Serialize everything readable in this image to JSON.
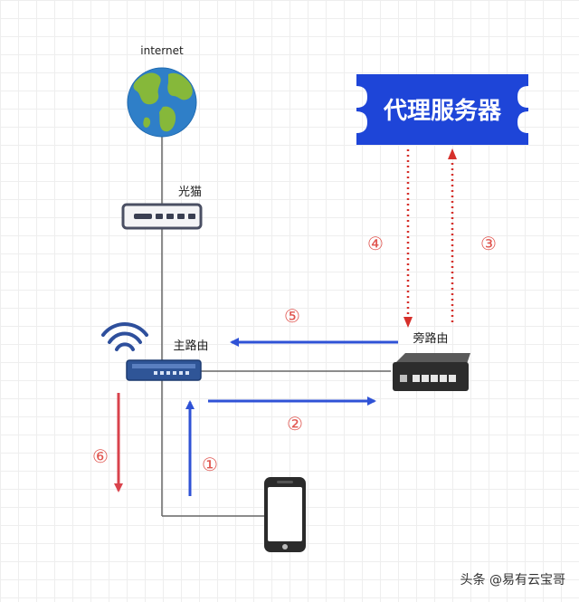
{
  "labels": {
    "internet": "internet",
    "modem": "光猫",
    "main_router": "主路由",
    "side_router": "旁路由",
    "proxy_server": "代理服务器"
  },
  "steps": {
    "s1": "①",
    "s2": "②",
    "s3": "③",
    "s4": "④",
    "s5": "⑤",
    "s6": "⑥"
  },
  "watermark": "头条 @易有云宝哥",
  "colors": {
    "blue_arrow": "#2f52d6",
    "red_arrow": "#d9434c",
    "dotted_red": "#d6302b",
    "proxy_box": "#1e45d8",
    "step_number": "#e0554f"
  }
}
